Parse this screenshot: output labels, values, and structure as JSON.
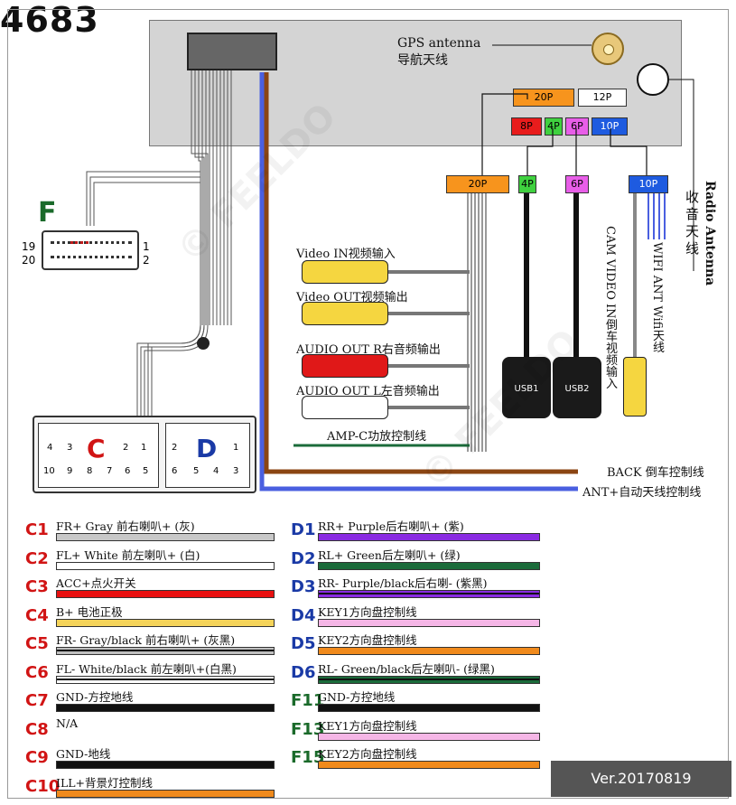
{
  "model": "4683",
  "gps": {
    "en": "GPS antenna",
    "cn": "导航天线"
  },
  "radio": {
    "en": "Radio Antenna",
    "cn": "收音天线"
  },
  "head_ports": [
    "20P",
    "12P",
    "8P",
    "4P",
    "6P",
    "10P"
  ],
  "harness_ports": [
    "20P",
    "4P",
    "6P",
    "10P"
  ],
  "connector_f": {
    "letter": "F",
    "pin_19": "19",
    "pin_20": "20",
    "pin_1": "1",
    "pin_2": "2"
  },
  "connector_c": {
    "letter": "C",
    "top_pins": [
      "4",
      "3",
      "2",
      "1"
    ],
    "bottom_pins": [
      "10",
      "9",
      "8",
      "7",
      "6",
      "5"
    ]
  },
  "connector_d": {
    "letter": "D",
    "top_pins": [
      "2",
      "1"
    ],
    "bottom_pins": [
      "6",
      "5",
      "4",
      "3"
    ]
  },
  "rca": [
    {
      "label": "Video IN视频输入",
      "color": "#f5d640"
    },
    {
      "label": "Video OUT视频输出",
      "color": "#f5d640"
    },
    {
      "label": "AUDIO OUT R右音频输出",
      "color": "#e01818"
    },
    {
      "label": "AUDIO OUT L左音频输出",
      "color": "#ffffff"
    }
  ],
  "amp": "AMP-C功放控制线",
  "usb": [
    "USB1",
    "USB2"
  ],
  "cam_video": "CAM VIDEO IN倒车视频输入",
  "wifi": "WIFI ANT Wifi天线",
  "back_line": "BACK 倒车控制线",
  "ant_line": "ANT+自动天线控制线",
  "wires_c": [
    {
      "code": "C1",
      "desc": "FR+ Gray 前右喇叭+ (灰)",
      "color": "#c8c8c8"
    },
    {
      "code": "C2",
      "desc": "FL+ White 前左喇叭+ (白)",
      "color": "#ffffff"
    },
    {
      "code": "C3",
      "desc": "ACC+点火开关",
      "color": "#e81010"
    },
    {
      "code": "C4",
      "desc": "B+ 电池正极",
      "color": "#f5d45a"
    },
    {
      "code": "C5",
      "desc": "FR- Gray/black 前右喇叭+ (灰黑)",
      "color": "#bfbfbf",
      "stripe": "#111111"
    },
    {
      "code": "C6",
      "desc": "FL- White/black 前左喇叭+(白黑)",
      "color": "#ffffff",
      "stripe": "#111111"
    },
    {
      "code": "C7",
      "desc": "GND-方控地线",
      "color": "#111111"
    },
    {
      "code": "C8",
      "desc": "N/A",
      "color": ""
    },
    {
      "code": "C9",
      "desc": "GND-地线",
      "color": "#111111"
    },
    {
      "code": "C10",
      "desc": "ILL+背景灯控制线",
      "color": "#f08a1c"
    }
  ],
  "wires_d": [
    {
      "code": "D1",
      "desc": "RR+ Purple后右喇叭+ (紫)",
      "color": "#8a2be2"
    },
    {
      "code": "D2",
      "desc": "RL+ Green后左喇叭+ (绿)",
      "color": "#1b6b3a"
    },
    {
      "code": "D3",
      "desc": "RR- Purple/black后右喇- (紫黑)",
      "color": "#8a2be2",
      "stripe": "#111111"
    },
    {
      "code": "D4",
      "desc": "KEY1方向盘控制线",
      "color": "#f5b6e6"
    },
    {
      "code": "D5",
      "desc": "KEY2方向盘控制线",
      "color": "#f08a1c"
    },
    {
      "code": "D6",
      "desc": "RL- Green/black后左喇叭- (绿黑)",
      "color": "#1b6b3a",
      "stripe": "#111111"
    },
    {
      "code": "F11",
      "desc": "GND-方控地线",
      "color": "#111111"
    },
    {
      "code": "F13",
      "desc": "KEY1方向盘控制线",
      "color": "#f5b6e6"
    },
    {
      "code": "F15",
      "desc": "KEY2方向盘控制线",
      "color": "#f08a1c"
    }
  ],
  "version": "Ver.20170819",
  "watermark": "© FEELDO"
}
